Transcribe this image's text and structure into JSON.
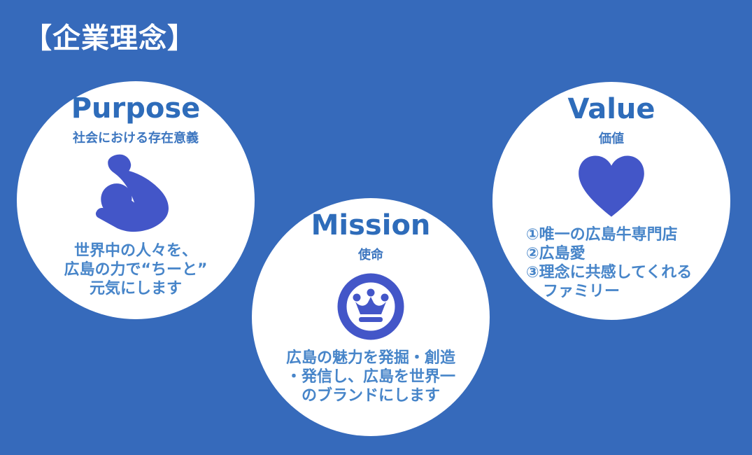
{
  "title": "【企業理念】",
  "colors": {
    "background": "#366abb",
    "circle_fill": "#ffffff",
    "title_text": "#ffffff",
    "heading_text": "#2e6cba",
    "subtitle_text": "#3e77c0",
    "body_text": "#4785c9",
    "icon_blue": "#4356c8"
  },
  "circles": [
    {
      "heading": "Purpose",
      "subtitle": "社会における存在意義",
      "icon": "bicep-icon",
      "lines": [
        "世界中の人々を、",
        "広島の力で“ちーと”",
        "元気にします"
      ]
    },
    {
      "heading": "Mission",
      "subtitle": "使命",
      "icon": "crown-icon",
      "lines": [
        "広島の魅力を発掘・創造",
        "・発信し、広島を世界一",
        "のブランドにします"
      ]
    },
    {
      "heading": "Value",
      "subtitle": "価値",
      "icon": "heart-icon",
      "lines": [
        "①唯一の広島牛専門店",
        "②広島愛",
        "③理念に共感してくれる",
        "ファミリー"
      ]
    }
  ]
}
